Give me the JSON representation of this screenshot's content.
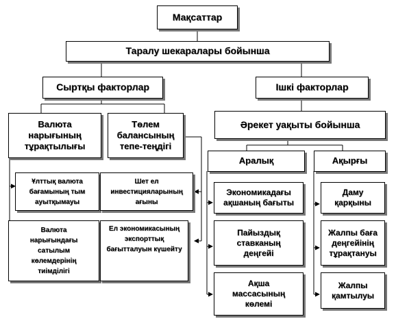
{
  "nodes": {
    "maksattar": "Мақсаттар",
    "taralu": "Таралу шекаралары бойынша",
    "syrtky": "Сыртқы факторлар",
    "ishki": "Ішкі факторлар",
    "valyuta_turaktylygy": "Валюта\nнарығының\nтұрақтылығы",
    "tolem_balansy": "Төлем\nбалансының\nтепе-теңдігі",
    "areket_uakyty": "Әрекет уақыты бойынша",
    "aralyk": "Аралық",
    "akyrgy": "Ақырғы",
    "ulttyk_valyuta": "Ұлттық валюта\nбағамының тым\nауытқымауы",
    "shet_el_invest": "Шет ел\nинвестицияларының\nағыны",
    "valyuta_satylym": "Валюта\nнарығындағы\nсатылым\nкөлемдерінің\nтиімділігі",
    "el_ekonomikasy": "Ел экономикасының\nэкспорттық\nбағытталуын күшейту",
    "akshanyn_bagyty": "Экономикадағы\nақшаның бағыты",
    "payyzdyk_stavka": "Пайыздық\nставканың\nдеңгейі",
    "aksha_massasy": "Ақша\nмассасының\nкөлемі",
    "damu_karkyny": "Даму\nқарқыны",
    "zhalpy_baga": "Жалпы баға\nдеңгейінің\nтұрақтануы",
    "zhalpy_kamtyluy": "Жалпы\nқамтылуы"
  }
}
